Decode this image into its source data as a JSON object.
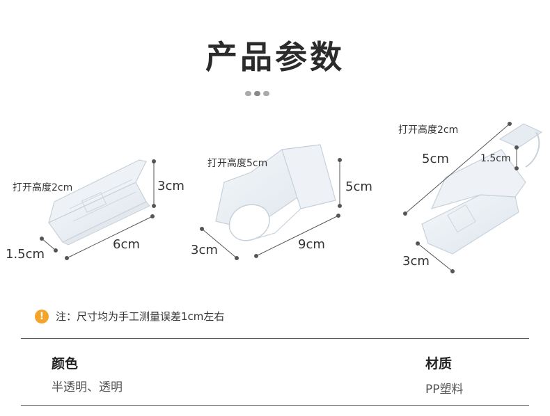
{
  "header": {
    "title": "产品参数"
  },
  "products": [
    {
      "open_height": "打开高度2cm",
      "height": "3cm",
      "width": "1.5cm",
      "length": "6cm"
    },
    {
      "open_height": "打开高度5cm",
      "height": "5cm",
      "width": "3cm",
      "length": "9cm"
    },
    {
      "open_height": "打开高度2cm",
      "length": "5cm",
      "hook": "1.5cm",
      "width": "3cm"
    }
  ],
  "note": {
    "icon": "exclamation-icon",
    "text": "注：尺寸均为手工测量误差1cm左右",
    "color": "#f3a52a"
  },
  "specs": {
    "color_label": "颜色",
    "color_value": "半透明、透明",
    "material_label": "材质",
    "material_value": "PP塑料"
  }
}
